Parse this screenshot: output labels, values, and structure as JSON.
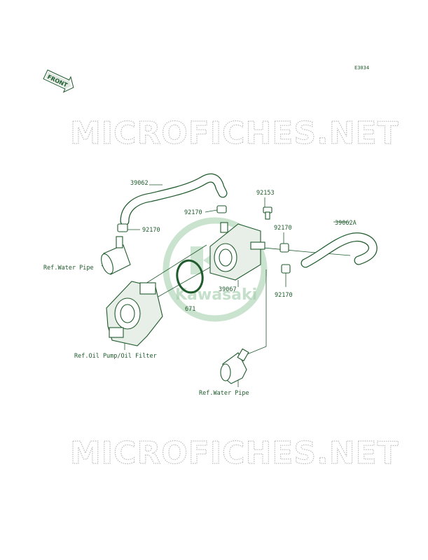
{
  "diagram_code": "E3034",
  "front_label": "FRONT",
  "watermark_text": "MICROFICHES.NET",
  "logo_text": "Kawasaki",
  "colors": {
    "ink": "#1f5b2c",
    "watermark": "#bdbdbd",
    "logo": "#9fcca8"
  },
  "labels": {
    "hose_39062": "39062",
    "clamp_top": "92170",
    "clamp_left": "92170",
    "bolt_92153": "92153",
    "clamp_right_top": "92170",
    "hose_39062a": "39062A",
    "cooler_39067": "39067",
    "clamp_right_bottom": "92170",
    "oring_671": "671",
    "ref_water_pipe_left": "Ref.Water Pipe",
    "ref_oil_pump": "Ref.Oil Pump/Oil Filter",
    "ref_water_pipe_bottom": "Ref.Water Pipe"
  }
}
